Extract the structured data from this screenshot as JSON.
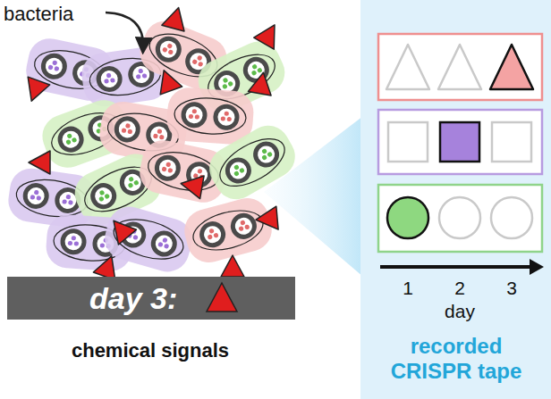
{
  "diagram": {
    "nodes": [
      {
        "text": [
          "day 3:"
        ]
      },
      {
        "text": [
          "recorded CRISPR tape"
        ]
      }
    ],
    "labels": [
      "bacteria",
      "chemical signals",
      "1",
      "2",
      "3",
      "day"
    ]
  }
}
